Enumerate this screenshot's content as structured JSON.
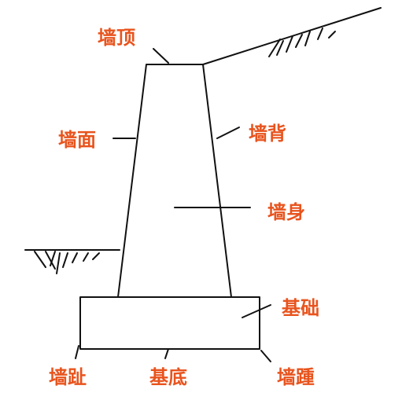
{
  "labels": {
    "wall_top": "墙顶",
    "wall_face": "墙面",
    "wall_back": "墙背",
    "wall_body": "墙身",
    "foundation": "基础",
    "wall_toe": "墙趾",
    "base": "基底",
    "wall_heel": "墙踵"
  },
  "colors": {
    "label": "#e8541e",
    "line": "#111111",
    "background": "#ffffff"
  }
}
